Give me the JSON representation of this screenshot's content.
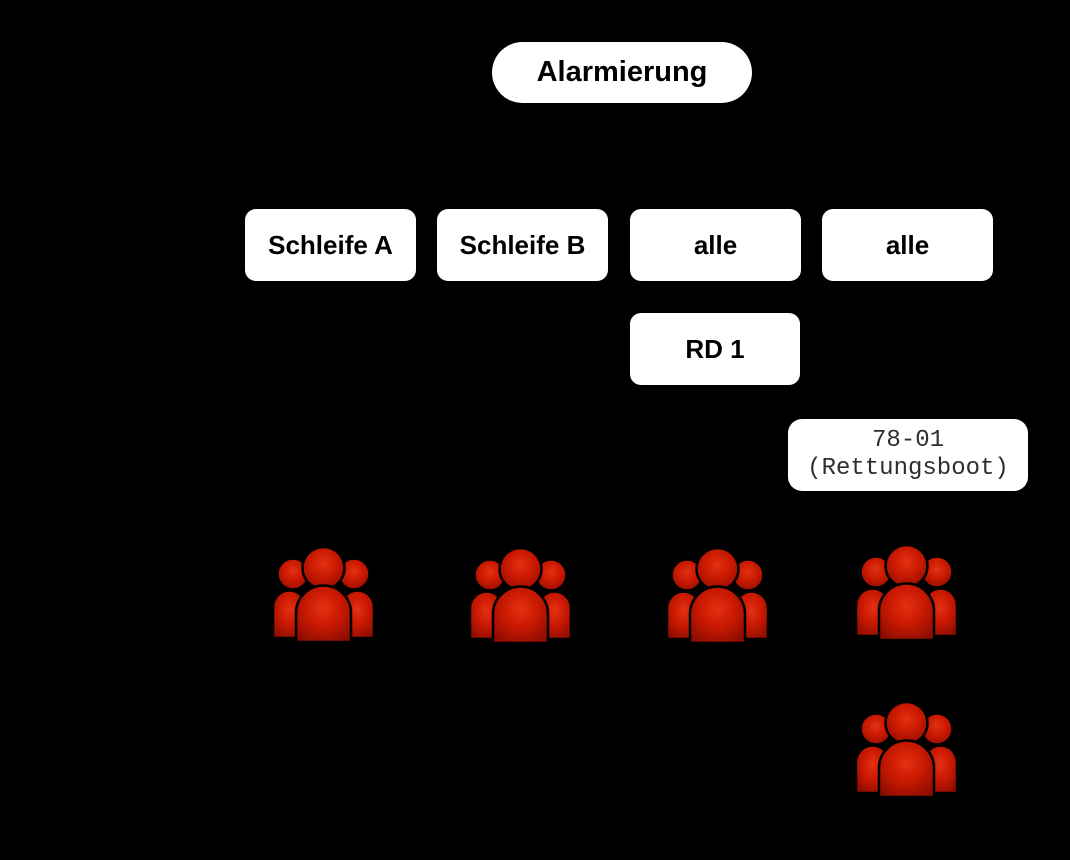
{
  "diagram": {
    "background_color": "#000000",
    "node_fill": "#ffffff",
    "node_text_color": "#000000",
    "root": {
      "label": "Alarmierung"
    },
    "branches": [
      {
        "label": "Schleife A"
      },
      {
        "label": "Schleife B"
      },
      {
        "label": "alle"
      },
      {
        "label": "alle"
      }
    ],
    "rd1": {
      "label": "RD 1"
    },
    "rettungsboot": {
      "lines": [
        "78-01",
        "(Rettungsboot)"
      ]
    },
    "people_groups": {
      "icon": "people-group-icon",
      "count": 5,
      "color_bright": "#e33114",
      "color_mid": "#cc1a02",
      "color_dark": "#8c0c00",
      "outline_color": "#000000"
    }
  }
}
